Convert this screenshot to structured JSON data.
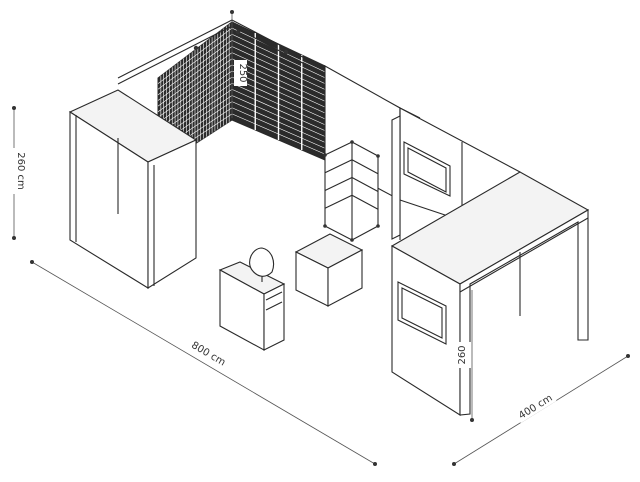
{
  "dimensions": {
    "width_label": "800 cm",
    "depth_label": "400 cm",
    "height_left_label": "260 cm",
    "height_back_label": "250",
    "height_front_label": "260"
  }
}
